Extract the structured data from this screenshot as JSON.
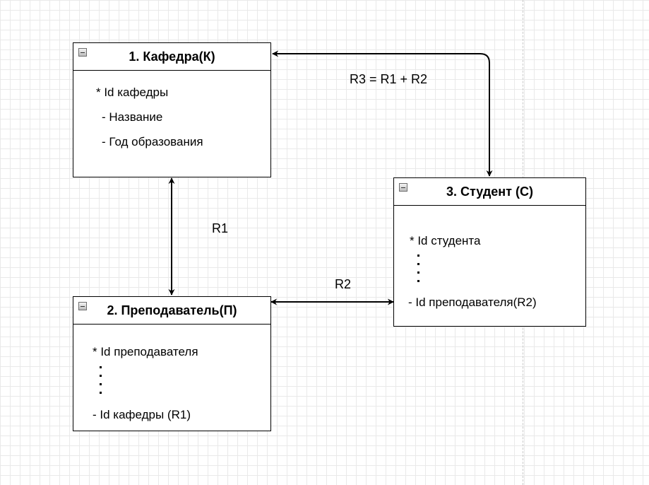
{
  "entities": {
    "kafedra": {
      "title": "1. Кафедра(К)",
      "fields": [
        "* Id кафедры",
        "- Название",
        "- Год образования"
      ]
    },
    "prepodavatel": {
      "title": "2. Преподаватель(П)",
      "fields": [
        "* Id преподавателя",
        "- Id кафедры (R1)"
      ]
    },
    "student": {
      "title": "3. Студент (С)",
      "fields": [
        "* Id студента",
        "- Id преподавателя(R2)"
      ]
    }
  },
  "relations": {
    "r1": "R1",
    "r2": "R2",
    "r3": "R3 = R1 + R2"
  },
  "colors": {
    "line": "#000000",
    "grid": "#e9e9e9",
    "background": "#ffffff"
  }
}
